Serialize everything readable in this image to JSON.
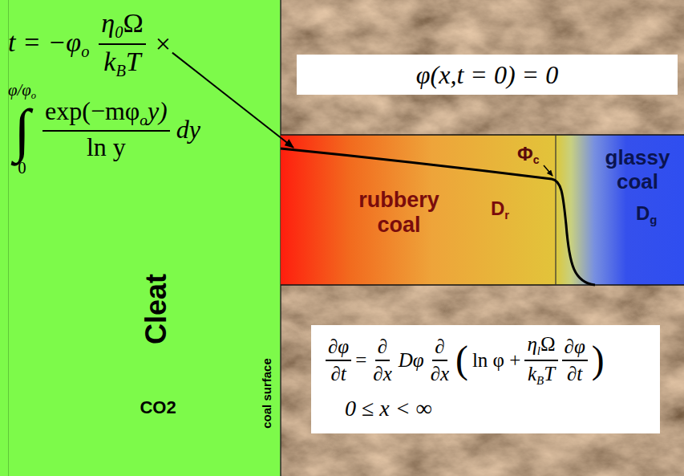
{
  "diagram": {
    "nodes": [
      {
        "text": [
          "Cleat",
          "CO2",
          "coal surface"
        ]
      },
      {
        "text": [
          "φ(x,t = 0) = 0"
        ]
      },
      {
        "text": [
          "rubbery coal",
          "D",
          "r",
          "Φ",
          "c"
        ]
      },
      {
        "text": [
          "glassy coal",
          "D",
          "g"
        ]
      },
      {
        "text": [
          "∂φ",
          "∂t",
          "=",
          "∂",
          "∂x",
          "Dφ",
          "∂",
          "∂x",
          "(",
          "ln φ +",
          "η",
          "l",
          "Ω",
          "k",
          "B",
          "T",
          "∂φ",
          "∂t",
          ")",
          "0 ≤ x < ∞"
        ]
      }
    ],
    "labels": [
      "t = −φ",
      "o",
      "η",
      "0",
      "Ω",
      "k",
      "B",
      "T",
      "×",
      "φ/φ",
      "o",
      "∫",
      "0",
      "exp(−mφ",
      "o",
      "y)",
      "ln y",
      "dy"
    ]
  }
}
